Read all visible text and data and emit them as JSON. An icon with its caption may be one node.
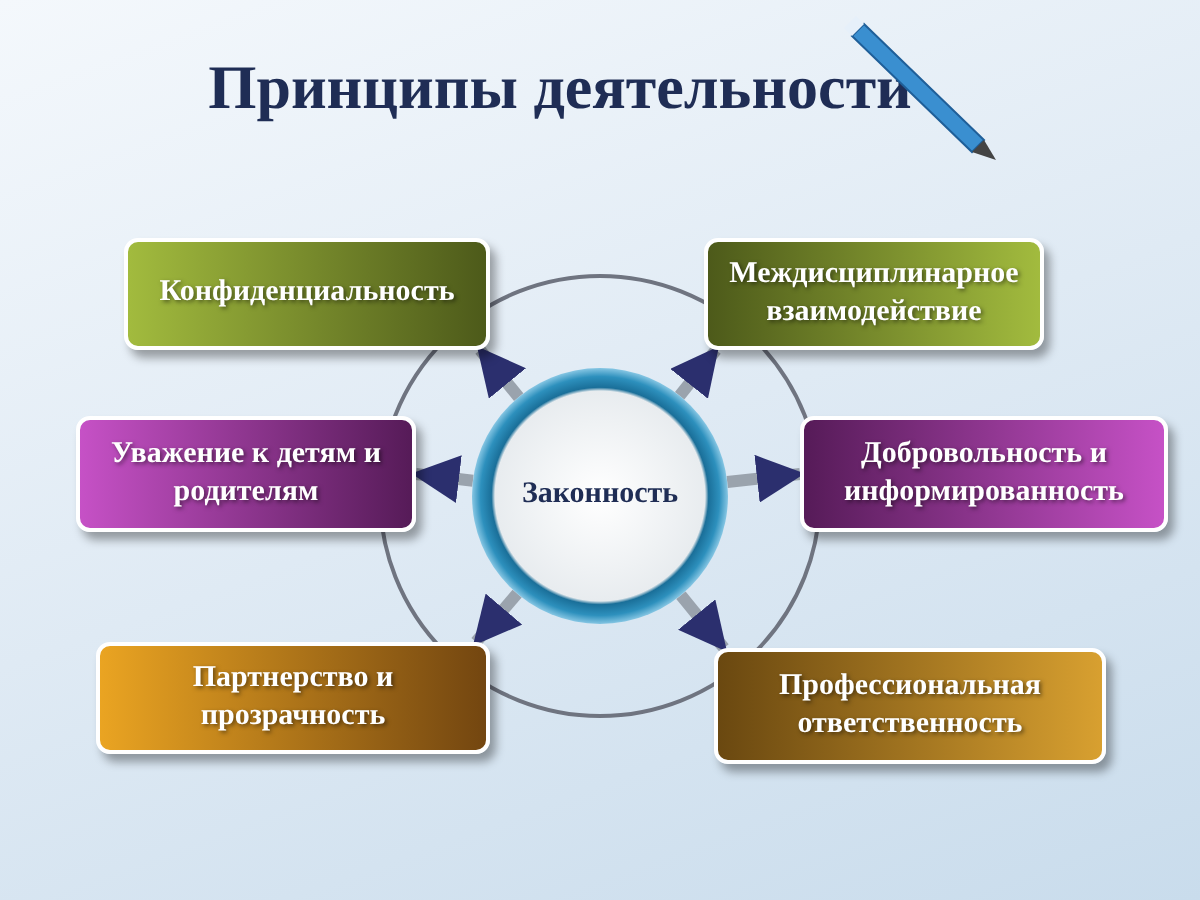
{
  "diagram": {
    "title": "Принципы деятельности",
    "nodes": [
      {
        "text": [
          "Законность"
        ]
      },
      {
        "text": [
          "Конфиденциальность"
        ]
      },
      {
        "text": [
          "Междисциплинарное взаимодействие"
        ]
      },
      {
        "text": [
          "Уважение к детям и родителям"
        ]
      },
      {
        "text": [
          "Добровольность и информированность"
        ]
      },
      {
        "text": [
          "Партнерство и прозрачность"
        ]
      },
      {
        "text": [
          "Профессиональная ответственность"
        ]
      }
    ],
    "edges": [
      {
        "from": 0,
        "to": 1,
        "arrow": "to"
      },
      {
        "from": 0,
        "to": 2,
        "arrow": "to"
      },
      {
        "from": 0,
        "to": 3,
        "arrow": "to"
      },
      {
        "from": 0,
        "to": 4,
        "arrow": "to"
      },
      {
        "from": 0,
        "to": 5,
        "arrow": "to"
      },
      {
        "from": 0,
        "to": 6,
        "arrow": "to"
      }
    ]
  }
}
